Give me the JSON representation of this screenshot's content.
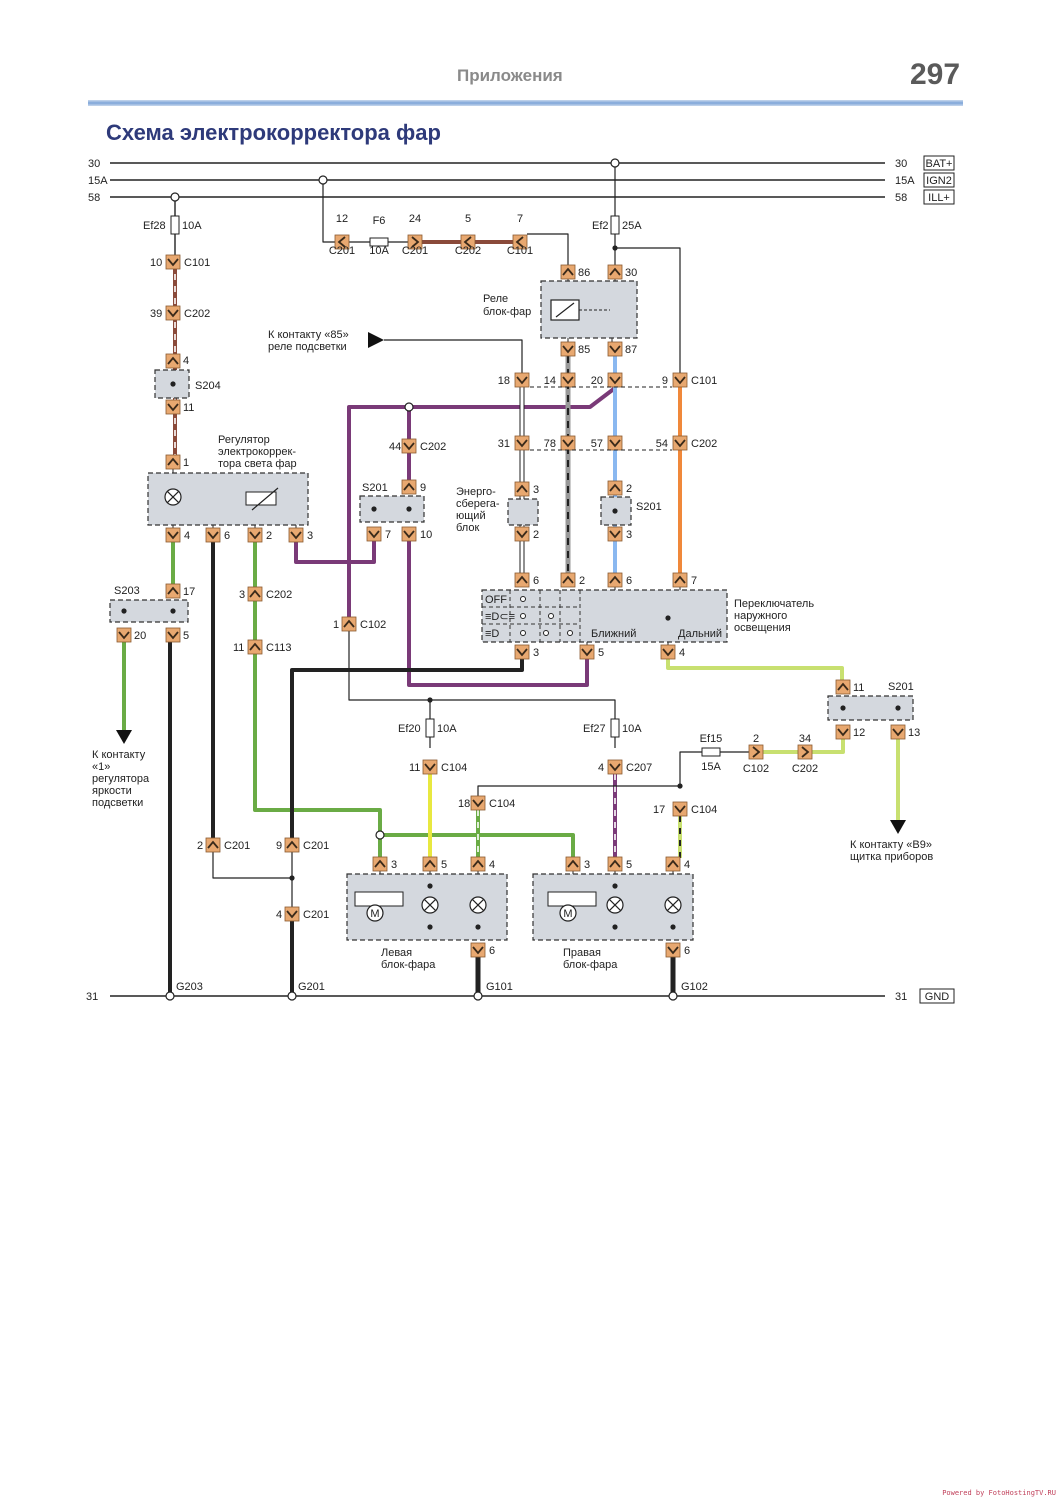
{
  "header": {
    "section": "Приложения",
    "page_number": "297"
  },
  "title": "Схема электрокорректора фар",
  "footer": "Powered by FotoHostingTV.RU",
  "colors": {
    "wire_black": "#222222",
    "wire_brown": "#8a4a3a",
    "wire_purple": "#7a3a78",
    "wire_green": "#6aab45",
    "wire_yellow": "#e8e840",
    "wire_orange": "#f0883a",
    "wire_blue": "#8ab8f0",
    "wire_lime": "#c8e070",
    "connector_fill": "#e8a870",
    "box_fill": "#d4d8de"
  },
  "buses": {
    "left": [
      {
        "label": "30"
      },
      {
        "label": "15A"
      },
      {
        "label": "58"
      }
    ],
    "right": [
      {
        "label": "30",
        "tag": "BAT+"
      },
      {
        "label": "15A",
        "tag": "IGN2"
      },
      {
        "label": "58",
        "tag": "ILL+"
      }
    ],
    "ground_left": "31",
    "ground_right": "31",
    "ground_tag": "GND"
  },
  "fuses": {
    "ef28": {
      "name": "Ef28",
      "rating": "10A"
    },
    "f6": {
      "name": "F6",
      "rating": "10A"
    },
    "ef2": {
      "name": "Ef2",
      "rating": "25A"
    },
    "ef20": {
      "name": "Ef20",
      "rating": "10A"
    },
    "ef27": {
      "name": "Ef27",
      "rating": "10A"
    },
    "ef15": {
      "name": "Ef15",
      "rating": "15A"
    }
  },
  "connectors": {
    "c101_10": {
      "pin": "10",
      "name": "C101"
    },
    "c202_39": {
      "pin": "39",
      "name": "C202"
    },
    "s204_4": {
      "pin": "4"
    },
    "s204_11": {
      "pin": "11"
    },
    "s204": "S204",
    "top_12": {
      "pin": "12",
      "name": "C201"
    },
    "top_24": {
      "pin": "24",
      "name": "C201"
    },
    "top_5": {
      "pin": "5",
      "name": "C202"
    },
    "top_7": {
      "pin": "7",
      "name": "C101"
    },
    "relay_86": "86",
    "relay_30": "30",
    "relay_85": "85",
    "relay_87": "87",
    "relay_label": [
      "Реле",
      "блок-фар"
    ],
    "row_c101": {
      "pins": [
        "18",
        "14",
        "20",
        "9"
      ],
      "name": "C101"
    },
    "row_c202": {
      "pins": [
        "31",
        "78",
        "57",
        "54"
      ],
      "name": "C202"
    },
    "c202_44": {
      "pin": "44",
      "name": "C202"
    },
    "s201_mid": {
      "name": "S201",
      "pins": [
        "9",
        "7",
        "10"
      ]
    },
    "s201_right": {
      "name": "S201",
      "pins": [
        "2",
        "3"
      ]
    },
    "energy_block": {
      "label": [
        "Энерго-",
        "сберега-",
        "ющий",
        "блок"
      ],
      "pins": [
        "3",
        "2"
      ]
    },
    "regulator": {
      "label": [
        "Регулятор",
        "электрокоррек-",
        "тора света фар"
      ],
      "pins": [
        "1",
        "4",
        "6",
        "2",
        "3"
      ]
    },
    "s203": {
      "name": "S203",
      "pins": [
        "17",
        "20",
        "5"
      ]
    },
    "c202_3": {
      "pin": "3",
      "name": "C202"
    },
    "c113_11": {
      "pin": "11",
      "name": "C113"
    },
    "c102_1": {
      "pin": "1",
      "name": "C102"
    },
    "switch": {
      "label": [
        "Переключатель",
        "наружного",
        "освещения"
      ],
      "pins_top": [
        "6",
        "2",
        "6",
        "7"
      ],
      "pins_bottom": [
        "3",
        "5",
        "4"
      ],
      "modes": [
        "OFF",
        "≡D⊂≡",
        "≡D"
      ],
      "low": "Ближний",
      "high": "Дальний"
    },
    "s201_far": {
      "name": "S201",
      "pins": [
        "11",
        "12",
        "13"
      ]
    },
    "c102_2": {
      "pin": "2",
      "name": "C102"
    },
    "c202_34": {
      "pin": "34",
      "name": "C202"
    },
    "c104_11": {
      "pin": "11",
      "name": "C104"
    },
    "c104_18": {
      "pin": "18",
      "name": "C104"
    },
    "c207_4": {
      "pin": "4",
      "name": "C207"
    },
    "c104_17": {
      "pin": "17",
      "name": "C104"
    },
    "c201_2": {
      "pin": "2",
      "name": "C201"
    },
    "c201_9": {
      "pin": "9",
      "name": "C201"
    },
    "c201_4": {
      "pin": "4",
      "name": "C201"
    },
    "left_headlamp": {
      "label": [
        "Левая",
        "блок-фара"
      ],
      "pins": [
        "3",
        "5",
        "4",
        "6"
      ]
    },
    "right_headlamp": {
      "label": [
        "Правая",
        "блок-фара"
      ],
      "pins": [
        "3",
        "5",
        "4",
        "6"
      ]
    }
  },
  "grounds": [
    "G203",
    "G201",
    "G101",
    "G102"
  ],
  "refs": {
    "relay85": [
      "К контакту «85»",
      "реле подсветки"
    ],
    "brightness": [
      "К контакту",
      "«1»",
      "регулятора",
      "яркости",
      "подсветки"
    ],
    "cluster": [
      "К контакту «B9»",
      "щитка приборов"
    ]
  },
  "motor_symbol": "M"
}
